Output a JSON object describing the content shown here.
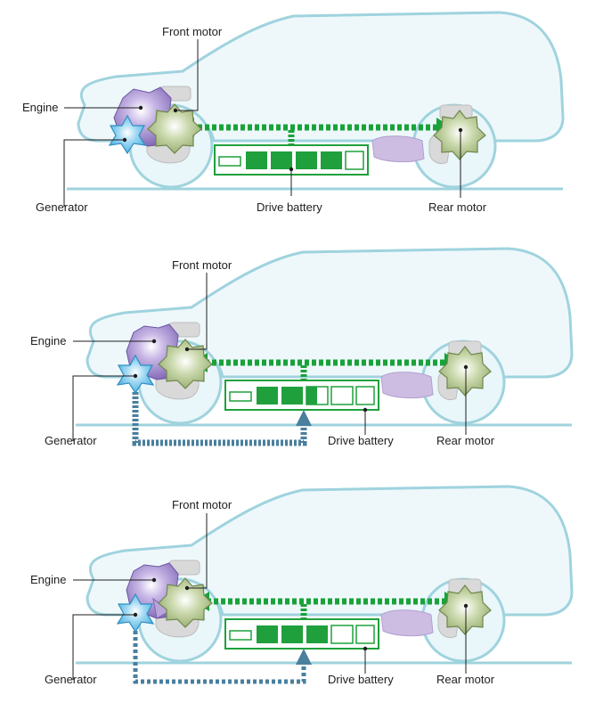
{
  "labels": {
    "front_motor": "Front motor",
    "engine": "Engine",
    "generator": "Generator",
    "drive_battery": "Drive battery",
    "rear_motor": "Rear motor"
  },
  "panels": [
    {
      "battery_level": 0.667,
      "generator_charging": false
    },
    {
      "battery_level": 0.417,
      "generator_charging": true
    },
    {
      "battery_level": 0.5,
      "generator_charging": true
    }
  ],
  "colors": {
    "car_outline": "#9fd3de",
    "car_fill": "#eef8fb",
    "battery_green": "#1fa03c",
    "flow_green": "#19a23a",
    "flow_blue": "#4a7f9e",
    "engine_purple": "#9b82c6",
    "generator_blue": "#6fc6ef",
    "motor_green": "#a8bd82",
    "gray_part": "#d9d9d9",
    "purple_part": "#cdbde2"
  },
  "icons": {
    "engine": "engine-icon",
    "generator": "generator-icon",
    "front_motor": "front-motor-icon",
    "rear_motor": "rear-motor-icon",
    "battery": "battery-icon"
  }
}
